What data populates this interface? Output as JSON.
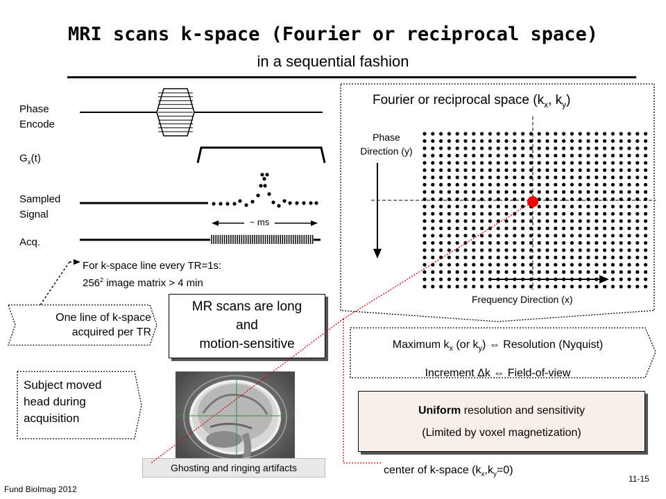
{
  "slide": {
    "title": "MRI scans k-space (Fourier or reciprocal space)",
    "subtitle": "in a sequential fashion",
    "footer_left": "Fund BioImag 2012",
    "slide_number": "11-15"
  },
  "pulse_sequence": {
    "phase_encode_label": [
      "Phase",
      "Encode"
    ],
    "gx_label": {
      "main": "G",
      "sub": "x",
      "rest": "(t)"
    },
    "sampled_signal_label": [
      "Sampled",
      "Signal"
    ],
    "acq_label": "Acq.",
    "duration_label": "~ ms"
  },
  "timing_note": {
    "line1": "For k-space line every TR=1s:",
    "line2_base": "256",
    "line2_sup": "2",
    "line2_rest": " image matrix > 4 min"
  },
  "one_line_box": [
    "One line of k-space",
    "acquired per TR"
  ],
  "mr_scans_box": [
    "MR scans are long",
    "and",
    "motion-sensitive"
  ],
  "subject_moved_box": [
    "Subject moved",
    "head during",
    "acquisition"
  ],
  "ghosting_caption": "Ghosting and ringing artifacts",
  "kspace": {
    "title_prefix": "Fourier or reciprocal space (k",
    "title_sub1": "x",
    "title_mid": ", k",
    "title_sub2": "y",
    "title_suffix": ")",
    "phase_direction": [
      "Phase",
      "Direction (y)"
    ],
    "frequency_direction": "Frequency Direction (x)",
    "center_marker_color": "#ee0000"
  },
  "nyquist_box": {
    "line1_a": "Maximum k",
    "line1_sub1": "x",
    "line1_b": " (or k",
    "line1_sub2": "y",
    "line1_c": ")  ⇔  Resolution (Nyquist)",
    "line2": "Increment  Δk  ⇔  Field-of-view"
  },
  "uniform_box": {
    "bold": "Uniform",
    "rest": " resolution and sensitivity",
    "line2": "(Limited by voxel magnetization)"
  },
  "center_label": {
    "a": "center of k-space (k",
    "sub1": "x",
    "b": ",k",
    "sub2": "y",
    "c": "=0)"
  }
}
